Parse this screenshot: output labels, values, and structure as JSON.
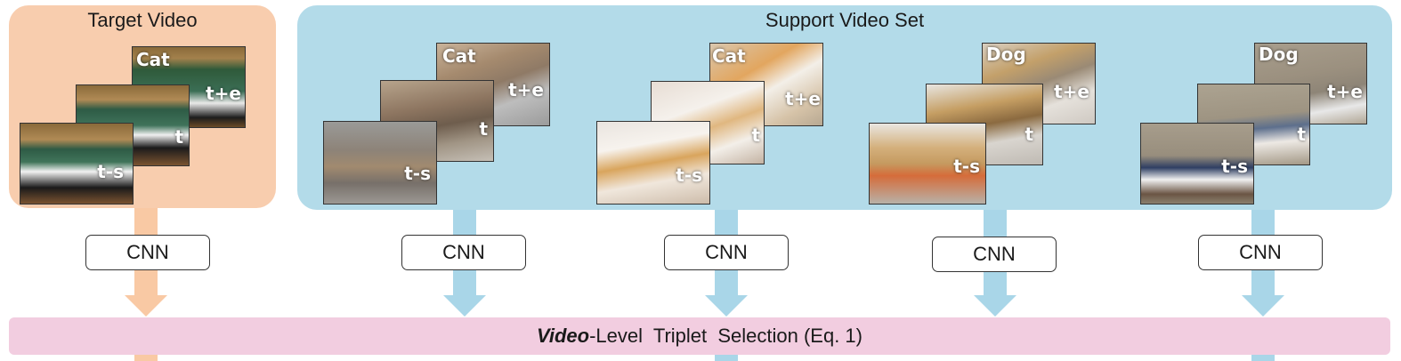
{
  "target": {
    "title": "Target Video",
    "frames": [
      {
        "tag": "t+e",
        "label": "Cat"
      },
      {
        "tag": "t"
      },
      {
        "tag": "t-s"
      }
    ]
  },
  "support": {
    "title": "Support Video Set",
    "groups": [
      {
        "label": "Cat",
        "frames": [
          "t+e",
          "t",
          "t-s"
        ]
      },
      {
        "label": "Cat",
        "frames": [
          "t+e",
          "t",
          "t-s"
        ]
      },
      {
        "label": "Dog",
        "frames": [
          "t+e",
          "t",
          "t-s"
        ]
      },
      {
        "label": "Dog",
        "frames": [
          "t+e",
          "t",
          "t-s"
        ]
      }
    ]
  },
  "cnn_label": "CNN",
  "selection": {
    "bold_prefix": "Video",
    "rest": "-Level  Triplet  Selection (Eq. 1)"
  },
  "colors": {
    "target_panel": "#f8cdae",
    "support_panel": "#b3dbe9",
    "target_arrow": "#f9c9a4",
    "support_arrow": "#a9d6e8",
    "selection_bar": "#f2cde0"
  }
}
